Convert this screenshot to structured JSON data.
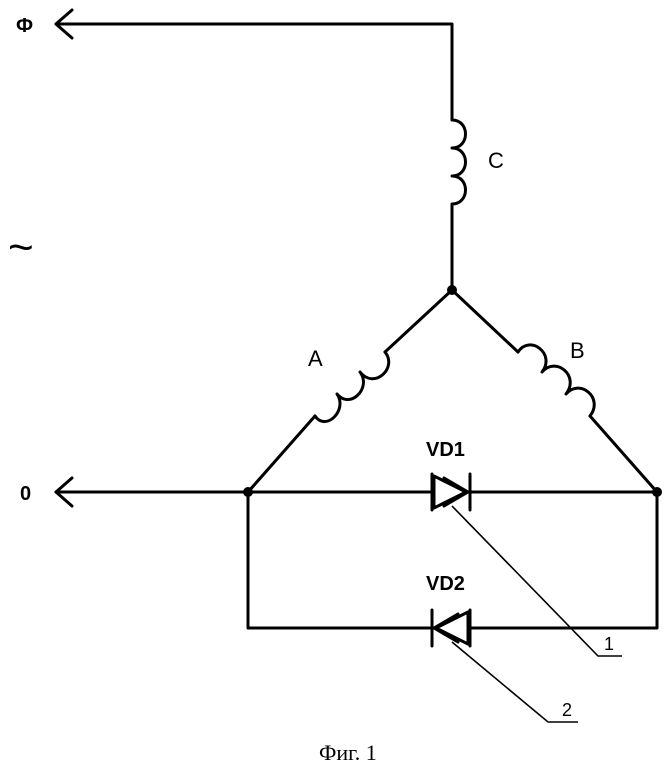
{
  "terminals": {
    "phase": "Ф",
    "zero": "0",
    "ac_symbol": "~"
  },
  "windings": {
    "a": "A",
    "b": "B",
    "c": "C"
  },
  "diodes": {
    "vd1": "VD1",
    "vd2": "VD2"
  },
  "callouts": {
    "one": "1",
    "two": "2"
  },
  "caption": "Фиг. 1"
}
